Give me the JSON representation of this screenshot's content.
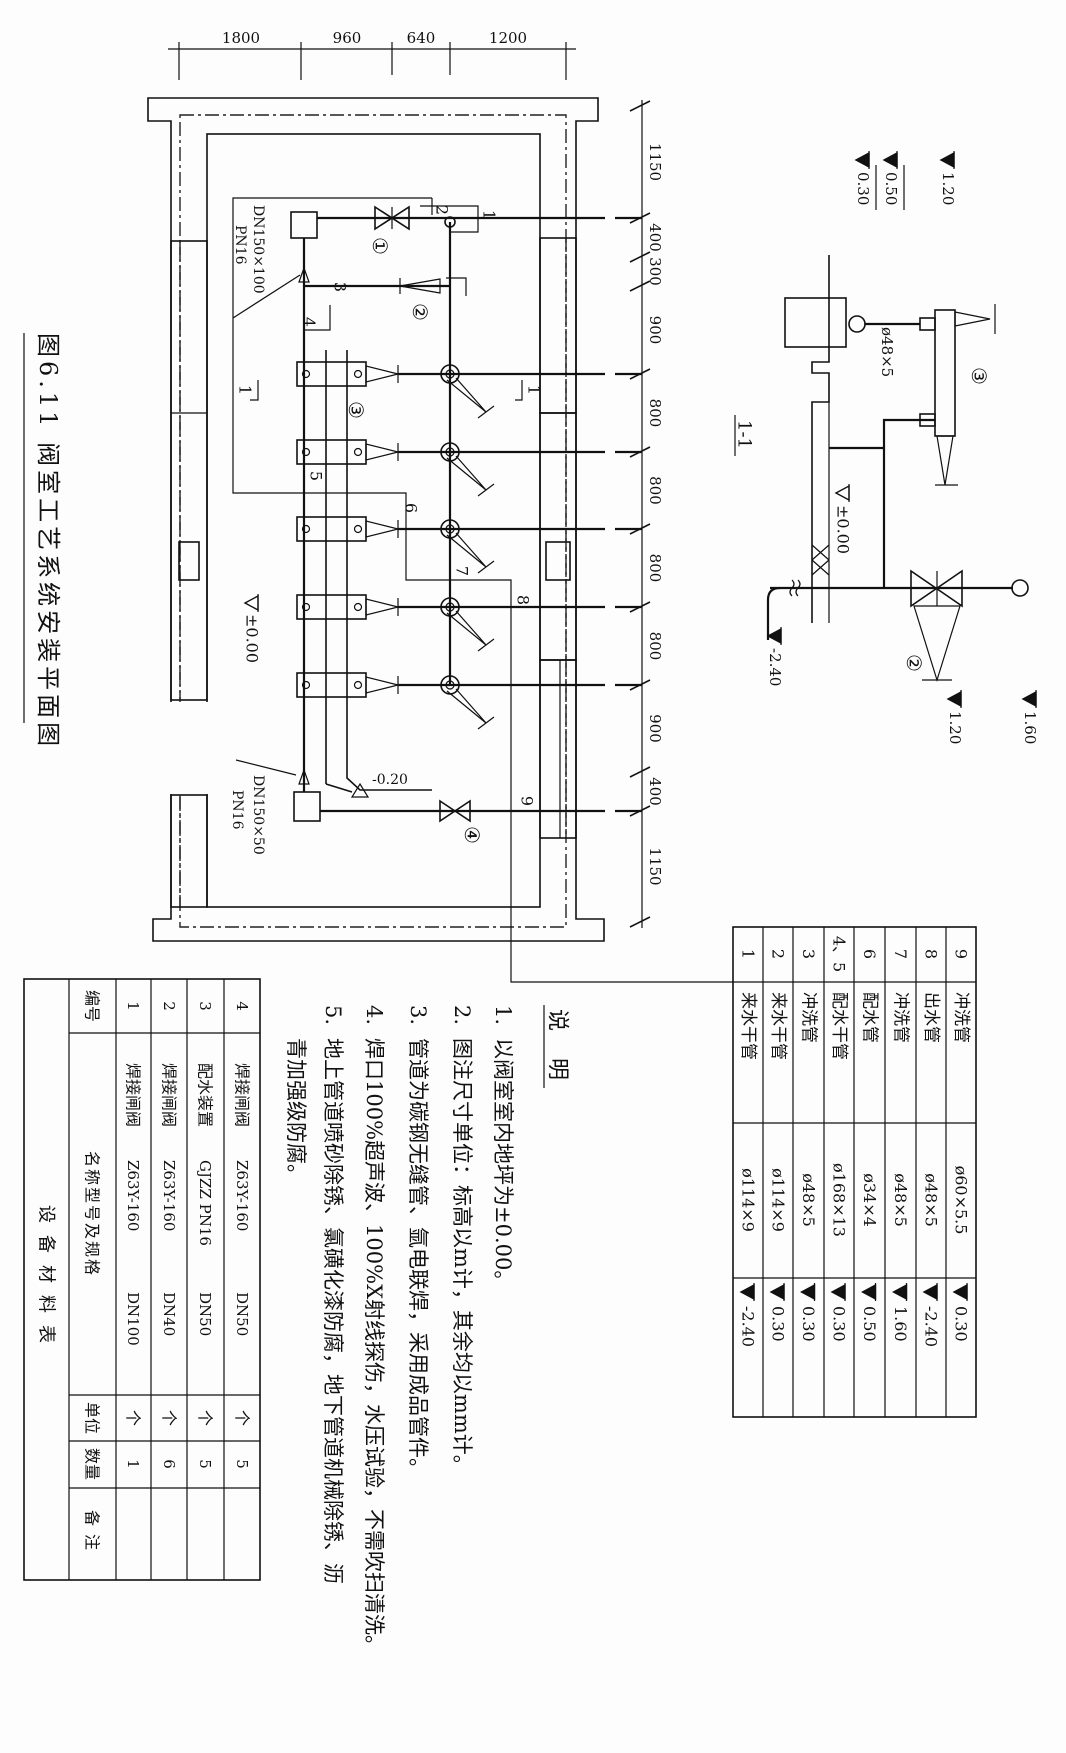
{
  "title": "图6.11 阀室工艺系统安装平面图",
  "plan": {
    "top_dims": [
      "1800",
      "960",
      "640",
      "1200"
    ],
    "side_dims": [
      "1150",
      "400",
      "300",
      "900",
      "800",
      "800",
      "800",
      "800",
      "900",
      "400",
      "1150"
    ],
    "pipe_labels": [
      "1",
      "2",
      "3",
      "4",
      "5",
      "6",
      "7",
      "8",
      "9"
    ],
    "section_mark": "1",
    "equipment_marks": [
      "①",
      "②",
      "③",
      "④"
    ],
    "reducer_top": {
      "size": "DN150×100",
      "pn": "PN16"
    },
    "reducer_bottom": {
      "size": "DN150×50",
      "pn": "PN16"
    },
    "floor_elev": "±0.00",
    "trench_elev": "-0.20"
  },
  "section": {
    "title": "1-1",
    "elev_top_1": "1.20",
    "elev_top_2": "0.50",
    "elev_top_3": "0.30",
    "pipe_size": "ø48×5",
    "ground": "±0.00",
    "bottom": "-2.40",
    "elev_valve": "1.20",
    "elev_right": "1.60",
    "marks": [
      "③",
      "②"
    ]
  },
  "pipe_table": [
    {
      "no": "9",
      "name": "冲洗管",
      "size": "ø60×5.5",
      "elev": "0.30"
    },
    {
      "no": "8",
      "name": "出水管",
      "size": "ø48×5",
      "elev": "-2.40"
    },
    {
      "no": "7",
      "name": "冲洗管",
      "size": "ø48×5",
      "elev": "1.60"
    },
    {
      "no": "6",
      "name": "配水管",
      "size": "ø34×4",
      "elev": "0.50"
    },
    {
      "no": "4、5",
      "name": "配水干管",
      "size": "ø168×13",
      "elev": "0.30"
    },
    {
      "no": "3",
      "name": "冲洗管",
      "size": "ø48×5",
      "elev": "0.30"
    },
    {
      "no": "2",
      "name": "来水干管",
      "size": "ø114×9",
      "elev": "0.30"
    },
    {
      "no": "1",
      "name": "来水干管",
      "size": "ø114×9",
      "elev": "-2.40"
    }
  ],
  "notes": {
    "heading": "说 明",
    "items": [
      {
        "num": "1.",
        "lines": [
          "以阀室室内地坪为±0.00。"
        ]
      },
      {
        "num": "2.",
        "lines": [
          "图注尺寸单位：标高以m计，其余均以mm计。"
        ]
      },
      {
        "num": "3.",
        "lines": [
          "管道为碳钢无缝管、氩电联焊，采用成品管件。"
        ]
      },
      {
        "num": "4.",
        "lines": [
          "焊口100%超声波、100%X射线探伤，水压试验，不需吹扫清洗。"
        ]
      },
      {
        "num": "5.",
        "lines": [
          "地上管道喷砂除锈、氯磺化漆防腐，地下管道机械除锈、沥",
          "青加强级防腐。"
        ]
      }
    ]
  },
  "equipment_table": {
    "title": "设备材料表",
    "headers": {
      "no": "编号",
      "spec": "名称型号及规格",
      "unit": "单位",
      "qty": "数量",
      "remark": "备注"
    },
    "rows": [
      {
        "no": "1",
        "name": "焊接闸阀",
        "model": "Z63Y-160",
        "spec": "DN100",
        "unit": "个",
        "qty": "1"
      },
      {
        "no": "2",
        "name": "焊接闸阀",
        "model": "Z63Y-160",
        "spec": "DN40",
        "unit": "个",
        "qty": "6"
      },
      {
        "no": "3",
        "name": "配水装置",
        "model": "GJZZ  PN16",
        "spec": "DN50",
        "unit": "个",
        "qty": "5"
      },
      {
        "no": "4",
        "name": "焊接闸阀",
        "model": "Z63Y-160",
        "spec": "DN50",
        "unit": "个",
        "qty": "5"
      }
    ]
  }
}
